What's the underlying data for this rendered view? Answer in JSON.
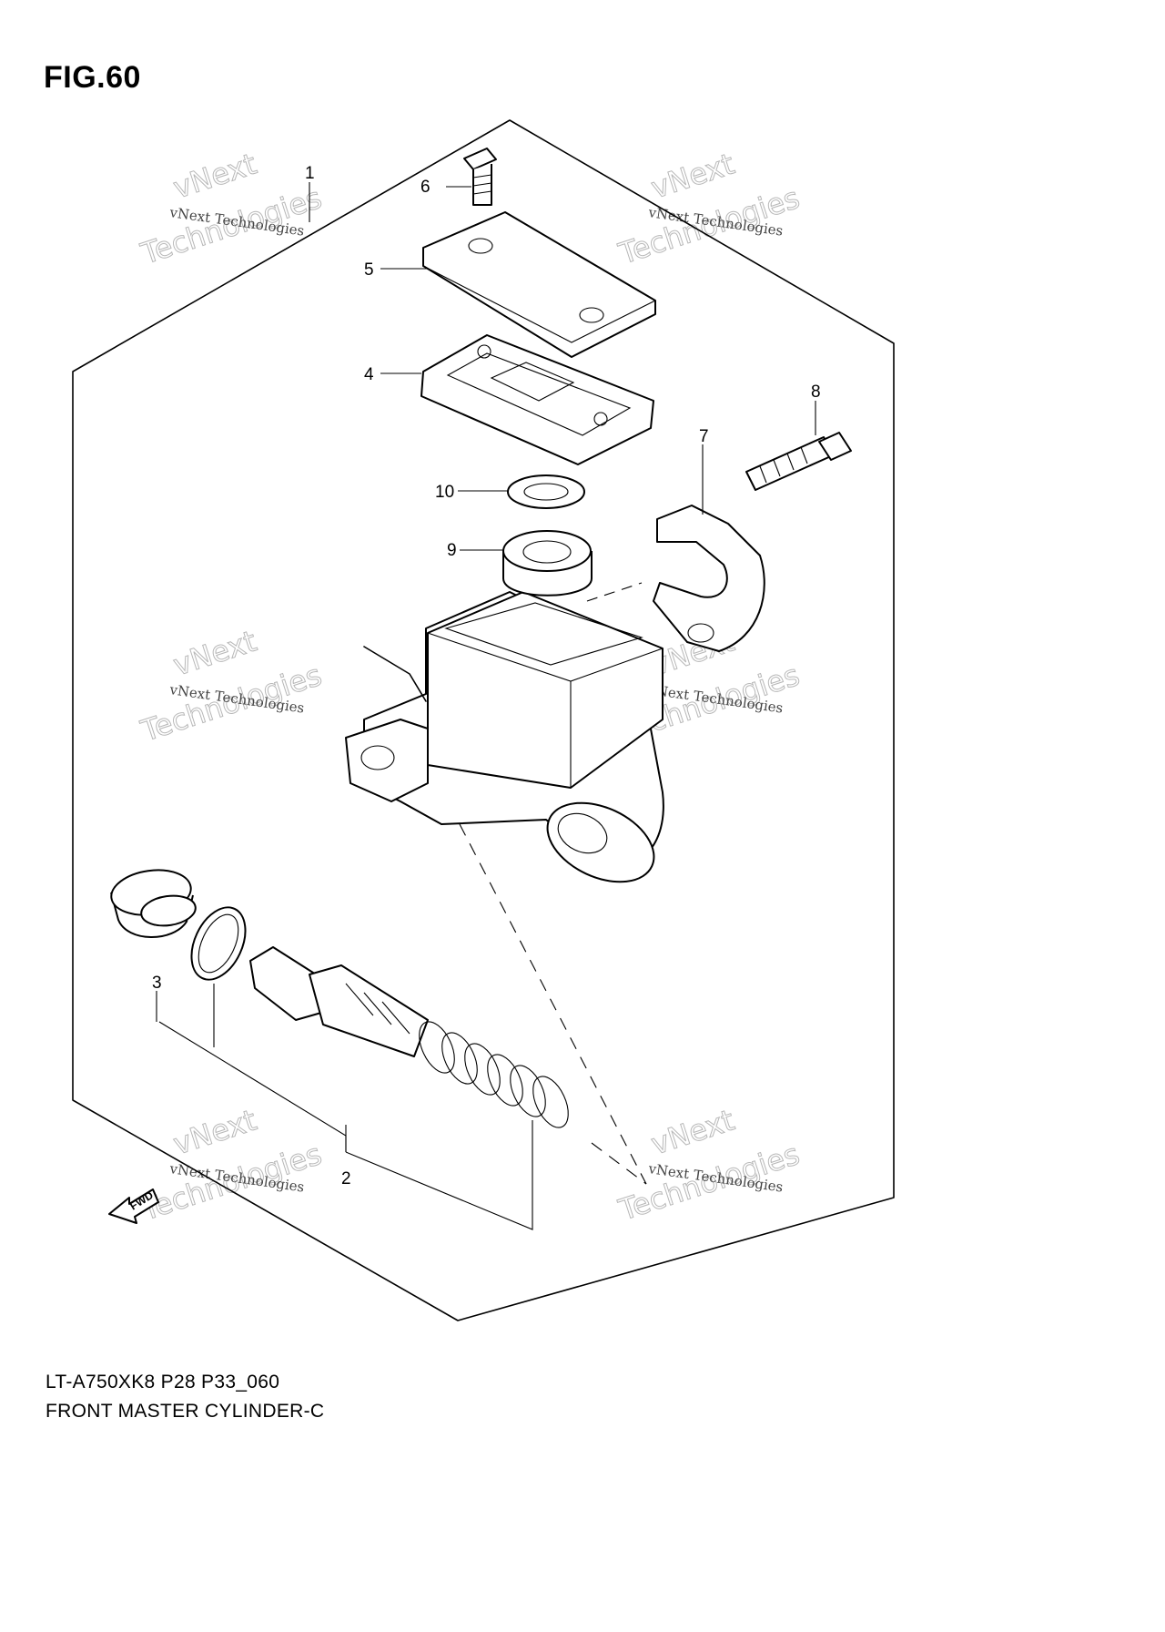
{
  "figure": {
    "title": "FIG.60"
  },
  "caption": {
    "model_code": "LT-A750XK8 P28 P33_060",
    "part_name": "FRONT MASTER CYLINDER-C"
  },
  "callouts": [
    "1",
    "2",
    "3",
    "4",
    "5",
    "6",
    "7",
    "8",
    "9",
    "10"
  ],
  "watermark": {
    "small": "vNext Technologies",
    "big_top": "vNext",
    "big_bottom": "Technologies"
  },
  "fwd_label": "FWD"
}
